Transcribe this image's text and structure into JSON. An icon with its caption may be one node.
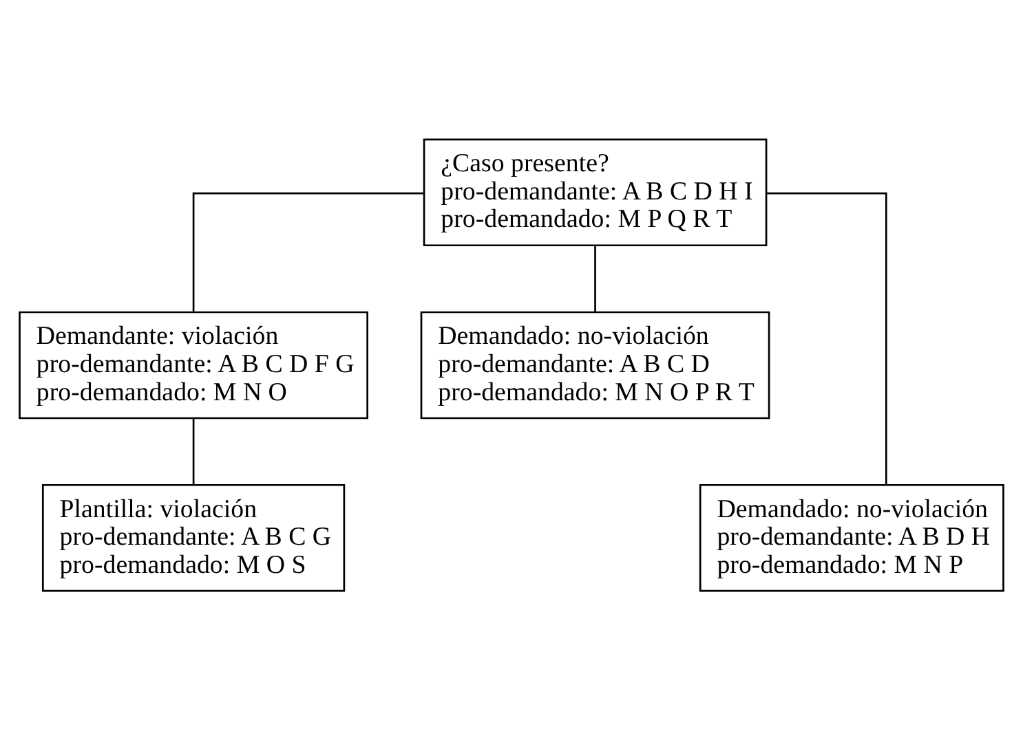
{
  "diagram": {
    "nodes": [
      {
        "text": [
          "¿Caso presente?",
          "pro-demandante: A B C D H I",
          "pro-demandado: M P Q R T"
        ]
      },
      {
        "text": [
          "Demandante: violación",
          "pro-demandante: A B C D F G",
          "pro-demandado: M N O"
        ]
      },
      {
        "text": [
          "Demandado: no-violación",
          "pro-demandante: A B C D",
          "pro-demandado: M N O P R T"
        ]
      },
      {
        "text": [
          "Demandado: no-violación",
          "pro-demandante: A B D H",
          "pro-demandado: M N P"
        ]
      },
      {
        "text": [
          "Plantilla: violación",
          "pro-demandante: A B C G",
          "pro-demandado: M O S"
        ]
      }
    ],
    "edges": [
      {
        "from": 0,
        "to": 1,
        "arrow": "none"
      },
      {
        "from": 0,
        "to": 2,
        "arrow": "none"
      },
      {
        "from": 0,
        "to": 3,
        "arrow": "none"
      },
      {
        "from": 1,
        "to": 4,
        "arrow": "none"
      }
    ]
  }
}
